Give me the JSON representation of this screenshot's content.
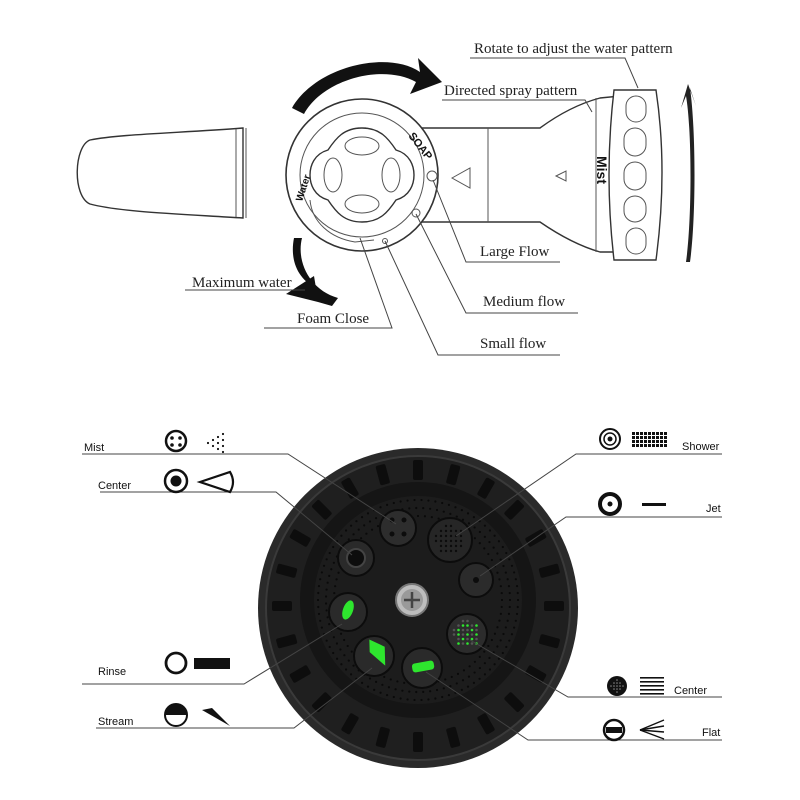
{
  "top": {
    "labels": {
      "rotate": "Rotate to adjust the water pattern",
      "directed": "Directed spray pattern",
      "large": "Large Flow",
      "maximum": "Maximum water",
      "medium": "Medium flow",
      "foam": "Foam Close",
      "small": "Small flow"
    },
    "rotated": {
      "soap": "SOAP",
      "water": "Water",
      "mist": "Mist"
    }
  },
  "bottom": {
    "left": {
      "mist": "Mist",
      "center": "Center",
      "rinse": "Rinse",
      "stream": "Stream"
    },
    "right": {
      "shower": "Shower",
      "jet": "Jet",
      "center": "Center",
      "flat": "Flat"
    }
  },
  "colors": {
    "nozzle_dark": "#1c1c1c",
    "indicator_green": "#2ee62e"
  }
}
